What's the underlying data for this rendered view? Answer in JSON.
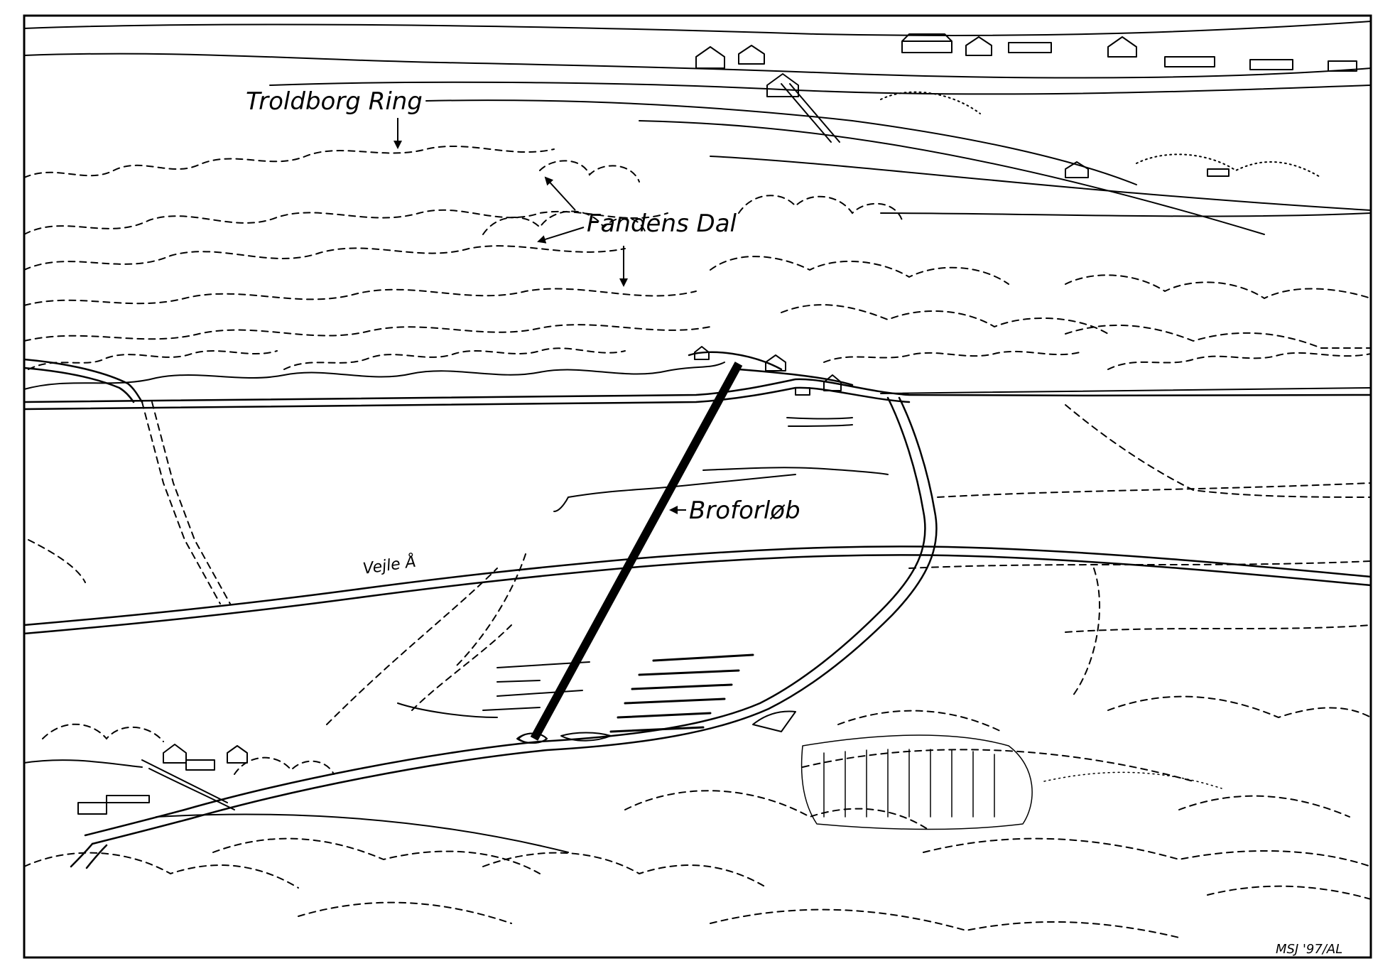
{
  "labels": {
    "troldborg_ring": "Troldborg Ring",
    "fandens_dal": "Fandens Dal",
    "broforlob": "Broforløb",
    "vejle_a": "Vejle Å",
    "signature": "MSJ '97/AL"
  },
  "colors": {
    "ink": "#000000",
    "paper": "#ffffff",
    "bridge_line": "#000000"
  }
}
